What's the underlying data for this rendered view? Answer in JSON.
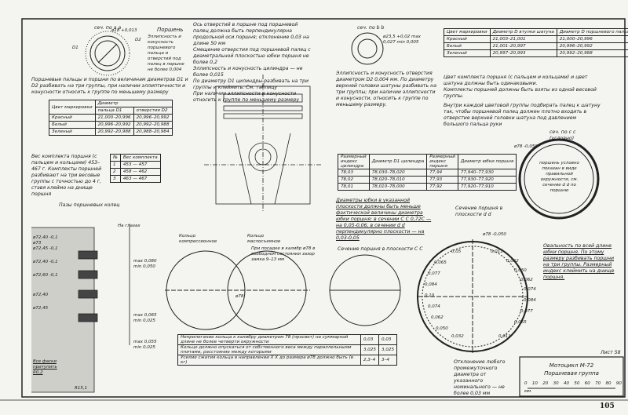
{
  "top_left": {
    "section_label": "сеч. по а а",
    "title": "Поршень",
    "d1": "D1",
    "d2": "D2",
    "tolerance": "ø18 +0,013",
    "note": "Эллипсность и конусность поршневого пальца и отверстий под палец в поршне не более 0,004",
    "groups_note": "Поршневые пальцы и поршни по величинам диаметров D1 и D2 разбивать на три группы, при наличии эллиптичности и конусности относить к группе по меньшему размеру"
  },
  "pin_table": {
    "headers": [
      "Цвет маркировки",
      "Диаметр",
      "пальца D1",
      "отверстия D2"
    ],
    "rows": [
      [
        "Красный",
        "21,000–20,996",
        "20,996–20,992"
      ],
      [
        "Белый",
        "20,996–20,992",
        "20,992–20,988"
      ],
      [
        "Зеленый",
        "20,992–20,988",
        "20,988–20,984"
      ]
    ]
  },
  "weight": {
    "note": "Вес комплекта поршня (с пальцем и кольцами) 453–467 г. Комплекты поршней разбивают на три весовые группы с точностью до 4 г, ставя клеймо на днище поршня",
    "headers": [
      "№",
      "Вес комплекта"
    ],
    "rows": [
      [
        "1",
        "453 — 457"
      ],
      [
        "2",
        "458 — 462"
      ],
      [
        "3",
        "463 — 467"
      ]
    ]
  },
  "rings_label": "Пазы поршневых колец",
  "center_text": [
    "Ось отверстий в поршне под поршневой палец должна быть перпендикулярна продольной оси поршня; отклонение 0,03 на длине 50 мм",
    "Смещение отверстия под поршневой палец с диаметральной плоскостью юбки поршня не более 0,2",
    "Эллипсность и конусность цилиндра — не более 0,015",
    "По диаметру D1 цилиндры разбивать на три группы и клеймить. См. таблицу",
    "При наличии эллипсности и конусности относить к группе по меньшему размеру"
  ],
  "section_b": {
    "label": "сеч. по b b",
    "tol": "ø23,5 +0,02 max 0,027 min 0,005",
    "note": "Эллипсность и конусность отверстия диаметром D2 0,004 мм. По диаметру верхней головки шатуны разбивать на три группы; при наличии эллипсности и конусности, относить к группе по меньшему размеру."
  },
  "rod_table": {
    "headers": [
      "Цвет маркировки",
      "Диаметр D втулки шатуна",
      "Диаметр D поршневого пальца"
    ],
    "rows": [
      [
        "Красный",
        "21,003–21,001",
        "21,000–20,996"
      ],
      [
        "Белый",
        "21,001–20,997",
        "20,996–20,992"
      ],
      [
        "Зеленый",
        "20,997–20,993",
        "20,992–20,988"
      ]
    ]
  },
  "right_text": [
    "Цвет комплекта поршня (с пальцем и кольцами) и цвет шатуна должны быть одинаковыми.",
    "Комплекты поршней должны быть взяты из одной весовой группы.",
    "Внутри каждой цветовой группы подбирать палец к шатуну так, чтобы поршневой палец должен плотно входить в отверстие верхней головки шатуна под давлением большого пальца руки"
  ],
  "section_c": {
    "label": "сеч. по с с (условно)",
    "tol": "ø78 -0,050",
    "note": "поршень условно показан в виде правильной окружности, см. сечение d d по поршню"
  },
  "cyl_table": {
    "headers": [
      "Размерный индекс цилиндра",
      "Диаметр D1 цилиндра",
      "Размерный индекс поршня",
      "Диаметр юбки поршня"
    ],
    "rows": [
      [
        "78,03",
        "78,030–78,020",
        "77,94",
        "77,940–77,930"
      ],
      [
        "78,02",
        "78,020–78,010",
        "77,93",
        "77,930–77,920"
      ],
      [
        "78,01",
        "78,010–78,000",
        "77,92",
        "77,920–77,910"
      ]
    ]
  },
  "skirt_note": "Диаметры юбки в указанной плоскости должны быть меньше фактической величины диаметра юбки поршня: в сечении С С 0,72С — на 0,05-0,06, в сечении d d перпендикулярно плоскости — на 0,03-0,05",
  "section_cc": "Сечение поршня в плоскости С С",
  "section_dd": "Сечение поршня в плоскости d d",
  "section_dd_tol": "ø78 -0,050",
  "ring_labels": {
    "compression": "Кольцо компрессионное",
    "oil": "Кольцо маслосъемное",
    "free": "При посадке в калибр ø78 в свободном состоянии зазор замка 9–13 мм",
    "dia": "ø78"
  },
  "groove_dims": [
    "ø72,40 -0,1",
    "ø73",
    "ø72,45 -0,1",
    "ø72,40 -0,1",
    "ø72,60 -0,1",
    "ø72,40",
    "ø72,45",
    "max 0,080",
    "min 0,050",
    "max 0,065",
    "min 0,025",
    "max 0,055",
    "min 0,025",
    "На глазах",
    "Все фаски притупить R0,2",
    "R15,1"
  ],
  "dd_values": [
    "0,05",
    "0,065",
    "0,077",
    "0,084",
    "0,10",
    "0,074",
    "0,062",
    "0,050",
    "0,032",
    "0,011",
    "0,011",
    "0,032",
    "0,050",
    "0,062",
    "0,074",
    "0,084",
    "0,077",
    "0,065"
  ],
  "bottom_table": {
    "rows": [
      [
        "Неприлегание кольца к калибру диаметром 78 (просвет) на суммарной длине не более четверти окружности",
        "0,03",
        "0,03"
      ],
      [
        "Кольцо должно опускаться от собственного веса между параллельными плитами, расстояние между которыми",
        "3,025",
        "3,025"
      ],
      [
        "Усилие сжатия кольца в направлении X X до размера ø78 должно быть (в кг)",
        "2,3–4",
        "3–4"
      ]
    ]
  },
  "right_note": "Овальность по всей длине юбки поршня. По этому размеру разбивать поршни на три группы. Размерный индекс клеймить на днище поршня.",
  "deviation_note": "Отклонение любого промежуточного диаметра от указанного номинального — не более 0,03 мм",
  "title_block": {
    "sheet": "Лист 58",
    "line1": "Мотоцикл М-72",
    "line2": "Поршневая группа",
    "scale": [
      "0",
      "10",
      "20",
      "30",
      "40",
      "50",
      "60",
      "70",
      "80",
      "90"
    ],
    "unit": "мм"
  },
  "page_number": "105"
}
